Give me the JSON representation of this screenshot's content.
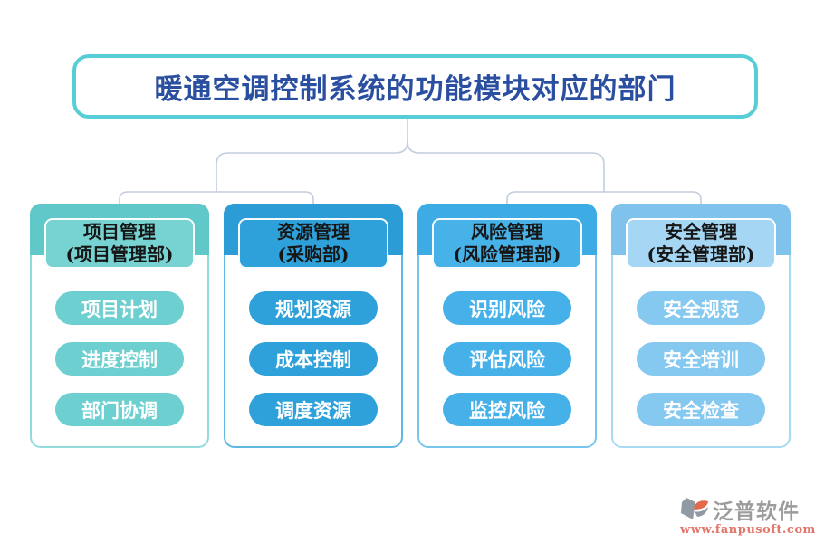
{
  "title": "暖通空调控制系统的功能模块对应的部门",
  "columns": [
    {
      "name": "项目管理",
      "dept": "(项目管理部)",
      "items": [
        "项目计划",
        "进度控制",
        "部门协调"
      ],
      "band_color": "#60C8C8",
      "header_box_color": "#76D3D2",
      "pill_color": "#6DCFCF",
      "border_color": "#93DADA"
    },
    {
      "name": "资源管理",
      "dept": "(采购部)",
      "items": [
        "规划资源",
        "成本控制",
        "调度资源"
      ],
      "band_color": "#2B9CD6",
      "header_box_color": "#2FA1DA",
      "pill_color": "#2FA1DA",
      "border_color": "#5FB8E2"
    },
    {
      "name": "风险管理",
      "dept": "(风险管理部)",
      "items": [
        "识别风险",
        "评估风险",
        "监控风险"
      ],
      "band_color": "#3EACE4",
      "header_box_color": "#47B2E8",
      "pill_color": "#45B1E8",
      "border_color": "#77C6EE"
    },
    {
      "name": "安全管理",
      "dept": "(安全管理部)",
      "items": [
        "安全规范",
        "安全培训",
        "安全检查"
      ],
      "band_color": "#7FC3EC",
      "header_box_color": "#A5D6F3",
      "pill_color": "#85C8F0",
      "border_color": "#AAD9F4"
    }
  ],
  "logo": {
    "text": "泛普软件",
    "url": "www.fanpusoft.com"
  },
  "colors": {
    "title_border": "#57CDD5",
    "title_text": "#2B4FA0",
    "connector": "#C3CCDD",
    "header_text": "#161616",
    "pill_text": "#FFFFFF"
  }
}
